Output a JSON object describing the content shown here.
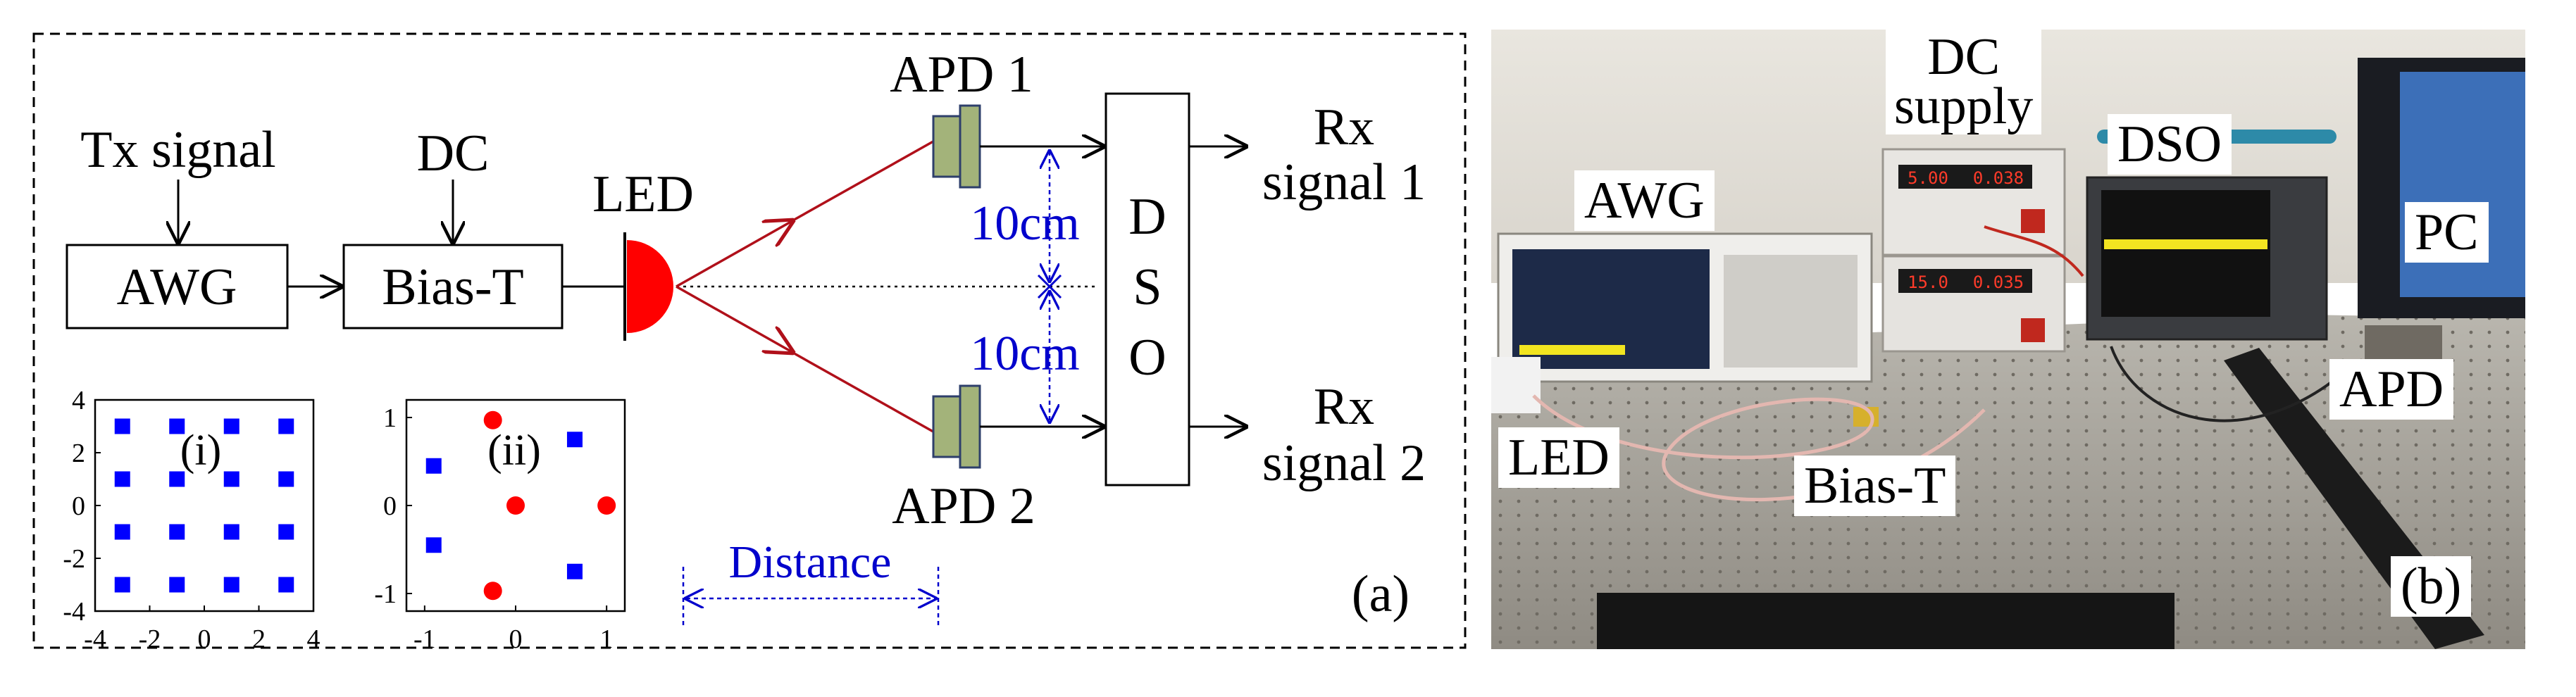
{
  "panel_a": {
    "tag": "(a)",
    "labels": {
      "tx_signal": "Tx signal",
      "dc": "DC",
      "awg": "AWG",
      "bias_t": "Bias-T",
      "led": "LED",
      "apd1": "APD 1",
      "apd2": "APD 2",
      "dso_letters": [
        "D",
        "S",
        "O"
      ],
      "rx1_line1": "Rx",
      "rx1_line2": "signal 1",
      "rx2_line1": "Rx",
      "rx2_line2": "signal 2",
      "spacing_top": "10cm",
      "spacing_bottom": "10cm",
      "distance": "Distance"
    },
    "colors": {
      "beam": "#b0101a",
      "led": "#ff0000",
      "apd_fill": "#a3b37a",
      "apd_stroke": "#2e3f6b",
      "dimension": "#0000cc",
      "marker_square": "#0000ff",
      "marker_circle": "#ff0000"
    }
  },
  "constellations": [
    {
      "label": "(i)",
      "type": "scatter",
      "xticks": [
        "-4",
        "-2",
        "0",
        "2",
        "4"
      ],
      "yticks": [
        "4",
        "2",
        "0",
        "-2",
        "-4"
      ],
      "xlim": [
        -4,
        4
      ],
      "ylim": [
        -4,
        4
      ],
      "points_square": [
        [
          -3,
          3
        ],
        [
          -1,
          3
        ],
        [
          1,
          3
        ],
        [
          3,
          3
        ],
        [
          -3,
          1
        ],
        [
          -1,
          1
        ],
        [
          1,
          1
        ],
        [
          3,
          1
        ],
        [
          -3,
          -1
        ],
        [
          -1,
          -1
        ],
        [
          1,
          -1
        ],
        [
          3,
          -1
        ],
        [
          -3,
          -3
        ],
        [
          -1,
          -3
        ],
        [
          1,
          -3
        ],
        [
          3,
          -3
        ]
      ],
      "points_circle": []
    },
    {
      "label": "(ii)",
      "type": "scatter",
      "xticks": [
        "-1",
        "0",
        "1"
      ],
      "yticks": [
        "1",
        "0",
        "-1"
      ],
      "xlim": [
        -1.2,
        1.2
      ],
      "ylim": [
        -1.2,
        1.2
      ],
      "points_square": [
        [
          -0.9,
          0.45
        ],
        [
          0.65,
          0.75
        ],
        [
          -0.9,
          -0.45
        ],
        [
          0.65,
          -0.75
        ]
      ],
      "points_circle": [
        [
          -0.25,
          0.97
        ],
        [
          0,
          0
        ],
        [
          1,
          0
        ],
        [
          -0.25,
          -0.97
        ]
      ]
    }
  ],
  "panel_b": {
    "tag": "(b)",
    "labels": {
      "awg": "AWG",
      "dc_supply_line1": "DC",
      "dc_supply_line2": "supply",
      "dso": "DSO",
      "pc": "PC",
      "apd": "APD",
      "led": "LED",
      "bias_t": "Bias-T"
    },
    "instrument_readouts": {
      "supply_top_voltage": "5.00",
      "supply_top_current": "0.038",
      "supply_bottom_voltage": "15.0",
      "supply_bottom_current": "0.035"
    }
  }
}
